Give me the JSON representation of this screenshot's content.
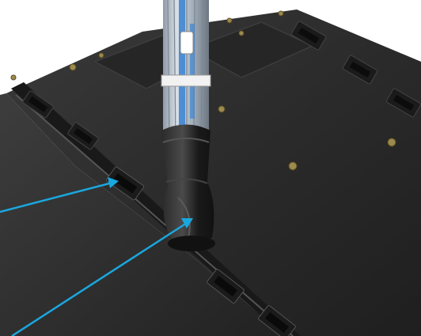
{
  "image": {
    "subject": "server-rack-top-panel-with-cable-bundle",
    "arrow_color": "#1aa7de",
    "panel_color": "#2b2b2b",
    "boot_color": "#1c1c1c"
  },
  "callouts": [
    {
      "points_to": "brush-grommet-slot"
    },
    {
      "points_to": "cable-bundle-boot"
    }
  ]
}
